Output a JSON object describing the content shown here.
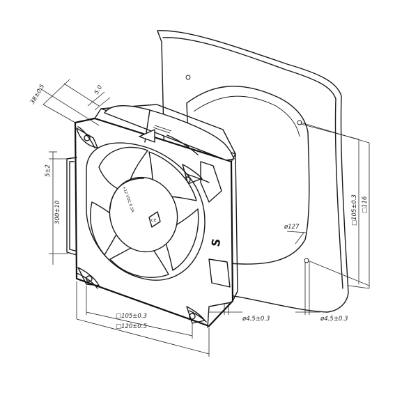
{
  "dimensions": {
    "depth": "38±0.5",
    "flange": "5.0",
    "lead_strip": "5±2",
    "lead_length": "300±10",
    "hole_pitch_v": "□105±0.3",
    "outer_v": "□116",
    "guard_diameter": "ø127",
    "hole_pitch_h": "□105±0.3",
    "outer_h": "□120±0.5",
    "fan_hole": "ø4.5±0.3",
    "guard_hole": "ø4.5±0.3"
  },
  "hub_text": "+12 VDC  0.5A",
  "label_small": "CE",
  "logo_text": "S",
  "colors": {
    "line": "#1a1a1a",
    "background": "#ffffff"
  }
}
